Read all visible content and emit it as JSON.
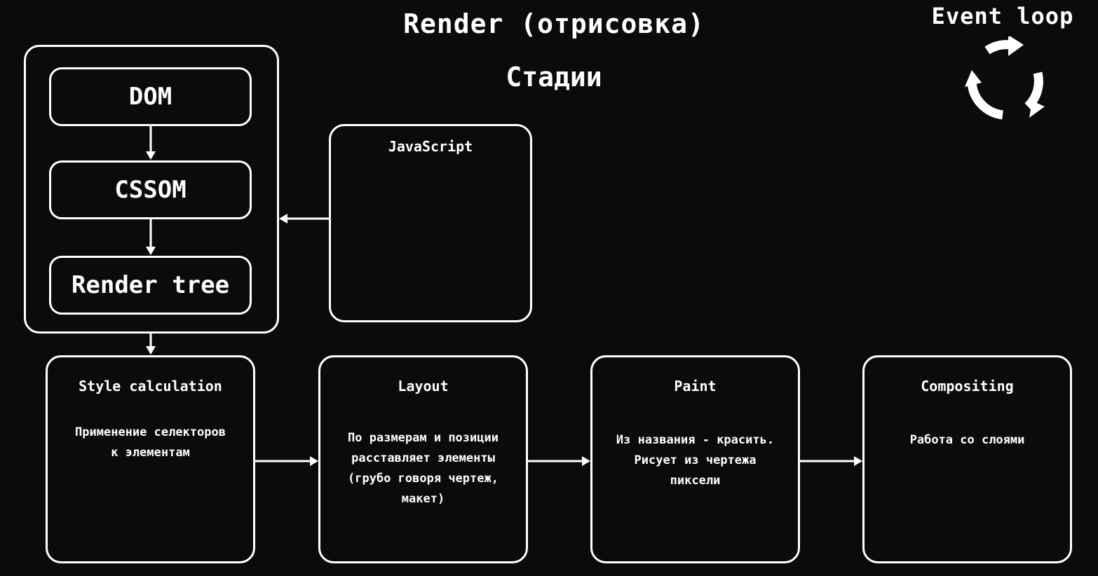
{
  "header": {
    "title": "Render (отрисовка)",
    "subtitle": "Стадии"
  },
  "event_loop": {
    "label": "Event loop",
    "icon": "cycle-arrows-icon"
  },
  "dom_group": {
    "items": [
      "DOM",
      "CSSOM",
      "Render tree"
    ]
  },
  "javascript": {
    "title": "JavaScript"
  },
  "stages": [
    {
      "title": "Style calculation",
      "desc": "Применение селекторов\nк элементам"
    },
    {
      "title": "Layout",
      "desc": "По размерам и позиции\nрасставляет элементы\n(грубо говоря чертеж,\nмакет)"
    },
    {
      "title": "Paint",
      "desc": "Из названия - красить.\nРисует из чертежа\nпиксели"
    },
    {
      "title": "Compositing",
      "desc": "Работа со слоями"
    }
  ],
  "colors": {
    "background": "#0b0b0b",
    "foreground": "#ffffff"
  }
}
